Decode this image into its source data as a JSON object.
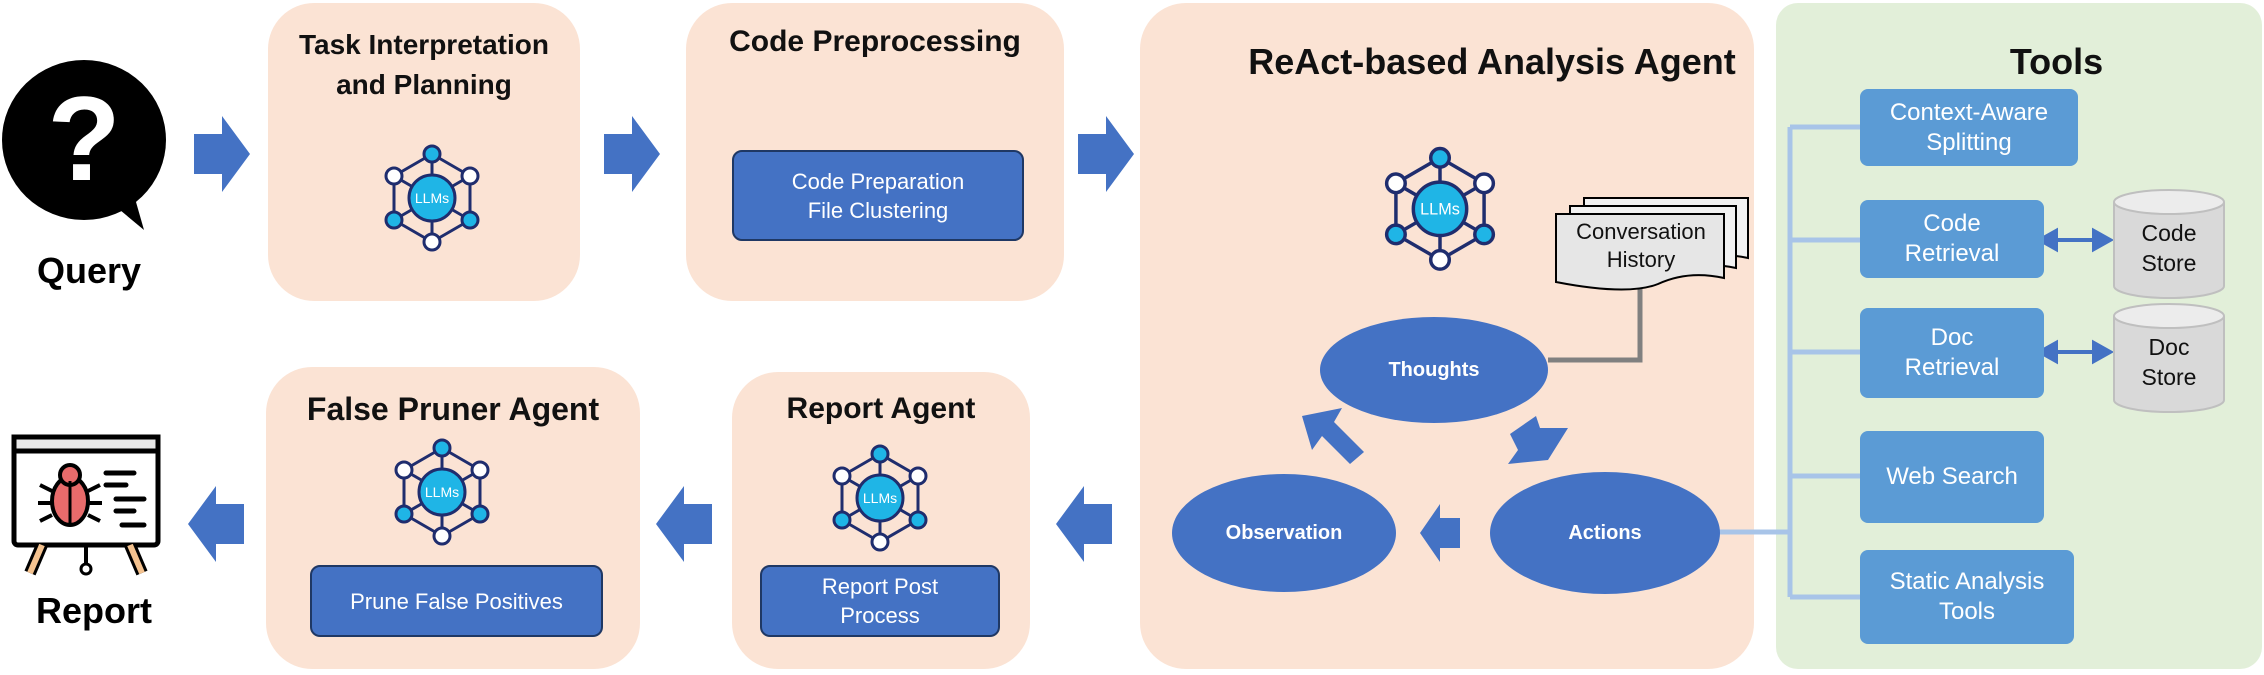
{
  "query": {
    "label": "Query"
  },
  "report": {
    "label": "Report"
  },
  "task_interpretation": {
    "title": "Task Interpretation\nand Planning",
    "llm_label": "LLMs"
  },
  "code_preprocessing": {
    "title": "Code Preprocessing",
    "box": "Code Preparation\nFile Clustering"
  },
  "react_agent": {
    "title": "ReAct-based Analysis Agent",
    "llm_label": "LLMs",
    "history": "Conversation\nHistory",
    "thoughts": "Thoughts",
    "actions": "Actions",
    "observation": "Observation"
  },
  "tools": {
    "title": "Tools",
    "items": [
      "Context-Aware\nSplitting",
      "Code\nRetrieval",
      "Doc\nRetrieval",
      "Web Search",
      "Static Analysis\nTools"
    ],
    "stores": [
      "Code\nStore",
      "Doc\nStore"
    ]
  },
  "report_agent": {
    "title": "Report Agent",
    "llm_label": "LLMs",
    "box": "Report Post\nProcess"
  },
  "false_pruner": {
    "title": "False Pruner Agent",
    "llm_label": "LLMs",
    "box": "Prune False Positives"
  },
  "colors": {
    "panel": "#fbe3d4",
    "tools_panel": "#e2efd9",
    "box": "#4472c4",
    "tool": "#5b9bd5",
    "arrow": "#4472c4"
  }
}
